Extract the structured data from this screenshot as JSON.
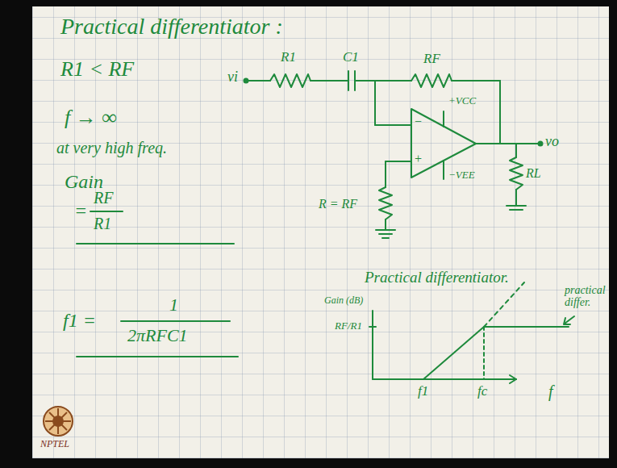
{
  "diagram": {
    "title": "Practical differentiator :",
    "labels": [
      "R1 < RF",
      "f → ∞",
      "at very high freq.",
      "Gain",
      "=",
      "RF",
      "R1",
      "f1 =",
      "1",
      "2πRFC1",
      "vi",
      "R1",
      "C1",
      "RF",
      "+VCC",
      "−VEE",
      "R = RF",
      "RL",
      "vo",
      "Practical differentiator.",
      "Gain (dB)",
      "RF/R1",
      "f1",
      "fc",
      "f",
      "practical differ.",
      "NPTEL",
      "−",
      "+"
    ]
  }
}
